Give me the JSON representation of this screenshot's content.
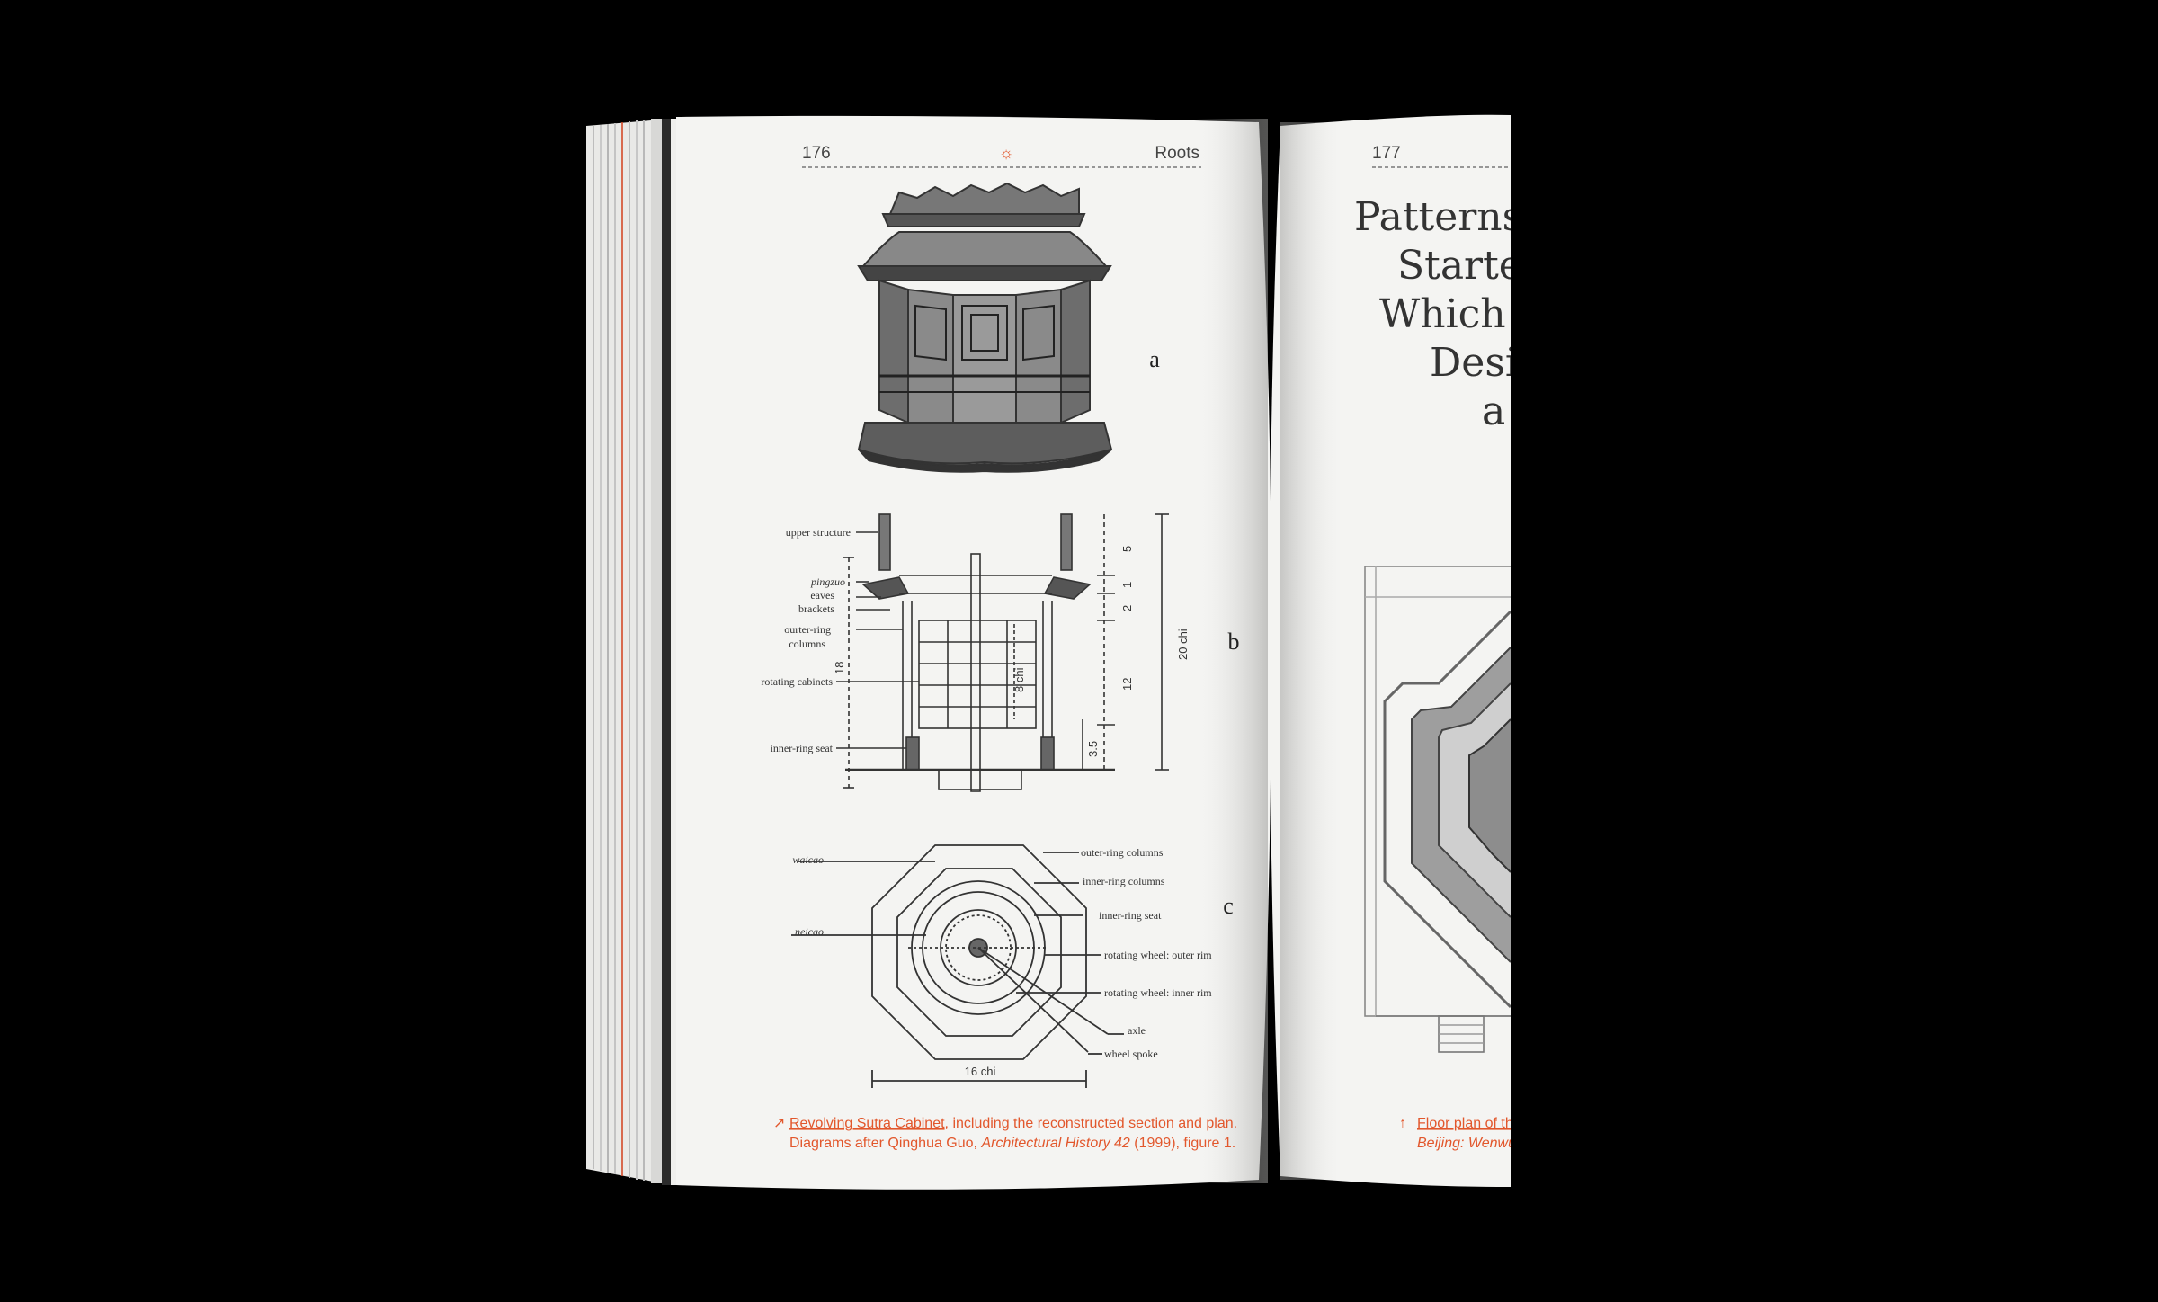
{
  "left_page": {
    "page_number": "176",
    "running_head": "Roots",
    "ornament": "☼",
    "figure_labels": [
      "a",
      "b",
      "c"
    ],
    "section_labels": {
      "upper_structure": "upper structure",
      "pingzuo": "pingzuo",
      "eaves": "eaves",
      "brackets": "brackets",
      "outer_ring_1": "ourter-ring",
      "outer_ring_2": "columns",
      "rotating_cabinets": "rotating cabinets",
      "inner_ring_seat": "inner-ring seat"
    },
    "dimensions": {
      "d5": "5",
      "d1": "1",
      "d2": "2",
      "d12": "12",
      "d35": "3.5",
      "d18": "18",
      "d8chi": "8 chi",
      "d20chi": "20 chi",
      "d16chi": "16 chi"
    },
    "plan_labels": {
      "waicao": "waicao",
      "neicao": "neicao",
      "outer_ring_columns": "outer-ring columns",
      "inner_ring_columns": "inner-ring columns",
      "inner_ring_seat": "inner-ring seat",
      "wheel_outer": "rotating wheel: outer rim",
      "wheel_inner": "rotating wheel: inner rim",
      "axle": "axle",
      "wheel_spoke": "wheel spoke"
    },
    "caption_line1_link": "Revolving Sutra Cabinet",
    "caption_line1_rest": ", including the reconstructed section and plan.",
    "caption_line2_a": "Diagrams after Qinghua Guo, ",
    "caption_line2_italic": "Architectural History 42",
    "caption_line2_b": " (1999), figure 1.",
    "caption_arrow": "↗"
  },
  "right_page": {
    "page_number": "177",
    "title_lines": [
      "Patterns",
      "Starte",
      "Which",
      "Desi",
      "a"
    ],
    "caption_arrow": "↑",
    "caption_line1_link": "Floor plan of th",
    "caption_line2_italic": "Beijing: Wenwu"
  },
  "colors": {
    "background": "#000000",
    "paper": "#f3f3f1",
    "ink": "#2a2a2a",
    "accent": "#e2572c"
  }
}
